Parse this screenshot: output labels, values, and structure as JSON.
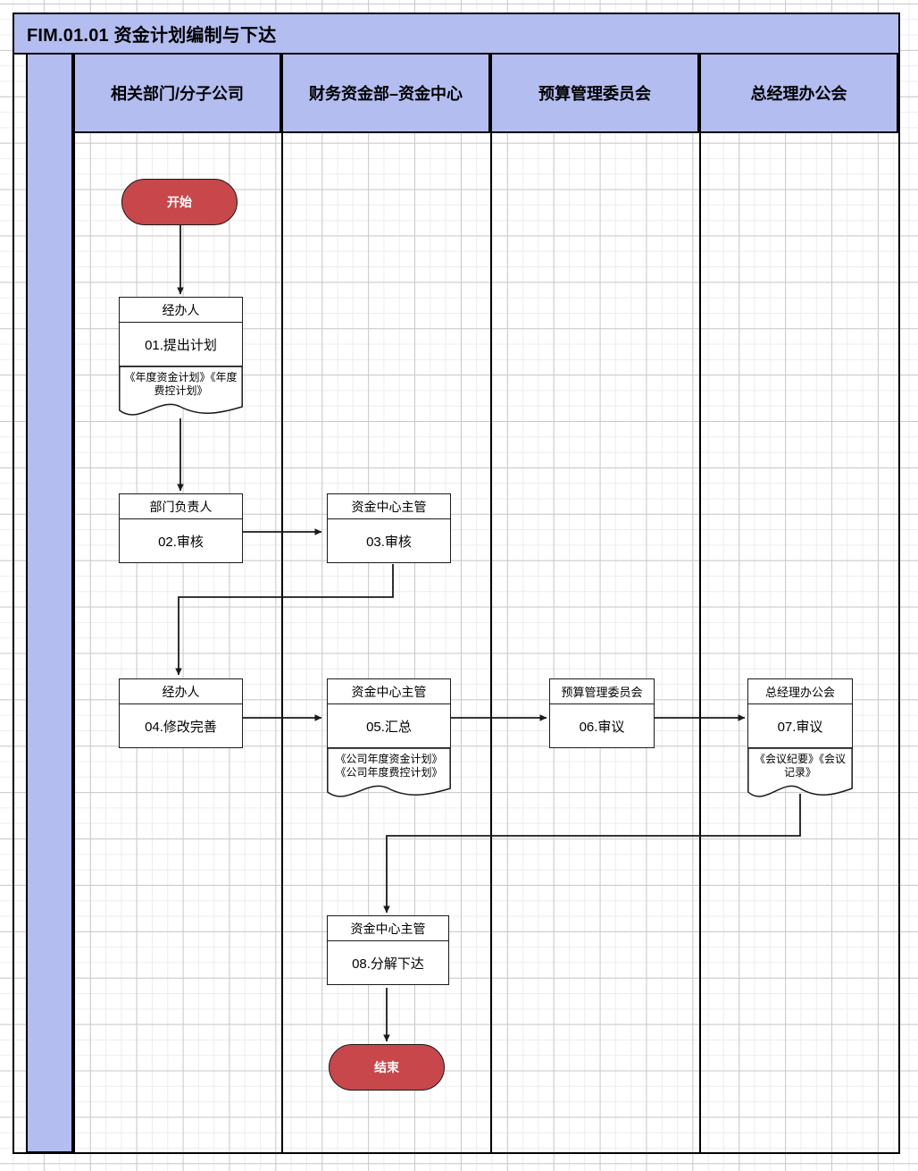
{
  "diagram": {
    "title": "FIM.01.01 资金计划编制与下达",
    "type": "swimlane-flowchart",
    "colors": {
      "lane_fill": "#b4bdf0",
      "terminator_fill": "#c7474a",
      "node_fill": "#ffffff",
      "line": "#1a1a1a",
      "grid_minor": "#ededed",
      "grid_major": "#c9c9c9"
    },
    "lanes": [
      {
        "id": "lane-0",
        "label": ""
      },
      {
        "id": "lane-1",
        "label": "相关部门/分子公司"
      },
      {
        "id": "lane-2",
        "label": "财务资金部–资金中心"
      },
      {
        "id": "lane-3",
        "label": "预算管理委员会"
      },
      {
        "id": "lane-4",
        "label": "总经理办公会"
      }
    ],
    "terminators": [
      {
        "id": "start",
        "label": "开始",
        "lane": "lane-1"
      },
      {
        "id": "end",
        "label": "结束",
        "lane": "lane-2"
      }
    ],
    "steps": [
      {
        "id": "s01",
        "role": "经办人",
        "action": "01.提出计划",
        "lane": "lane-1",
        "document": "《年度资金计划》《年度费控计划》"
      },
      {
        "id": "s02",
        "role": "部门负责人",
        "action": "02.审核",
        "lane": "lane-1",
        "document": ""
      },
      {
        "id": "s03",
        "role": "资金中心主管",
        "action": "03.审核",
        "lane": "lane-2",
        "document": ""
      },
      {
        "id": "s04",
        "role": "经办人",
        "action": "04.修改完善",
        "lane": "lane-1",
        "document": ""
      },
      {
        "id": "s05",
        "role": "资金中心主管",
        "action": "05.汇总",
        "lane": "lane-2",
        "document": "《公司年度资金计划》《公司年度费控计划》"
      },
      {
        "id": "s06",
        "role": "预算管理委员会",
        "action": "06.审议",
        "lane": "lane-3",
        "document": ""
      },
      {
        "id": "s07",
        "role": "总经理办公会",
        "action": "07.审议",
        "lane": "lane-4",
        "document": "《会议纪要》《会议记录》"
      },
      {
        "id": "s08",
        "role": "资金中心主管",
        "action": "08.分解下达",
        "lane": "lane-2",
        "document": ""
      }
    ],
    "flows": [
      {
        "from": "start",
        "to": "s01"
      },
      {
        "from": "s01",
        "to": "s02"
      },
      {
        "from": "s02",
        "to": "s03"
      },
      {
        "from": "s03",
        "to": "s04"
      },
      {
        "from": "s04",
        "to": "s05"
      },
      {
        "from": "s05",
        "to": "s06"
      },
      {
        "from": "s06",
        "to": "s07"
      },
      {
        "from": "s07",
        "to": "s08"
      },
      {
        "from": "s08",
        "to": "end"
      }
    ]
  }
}
